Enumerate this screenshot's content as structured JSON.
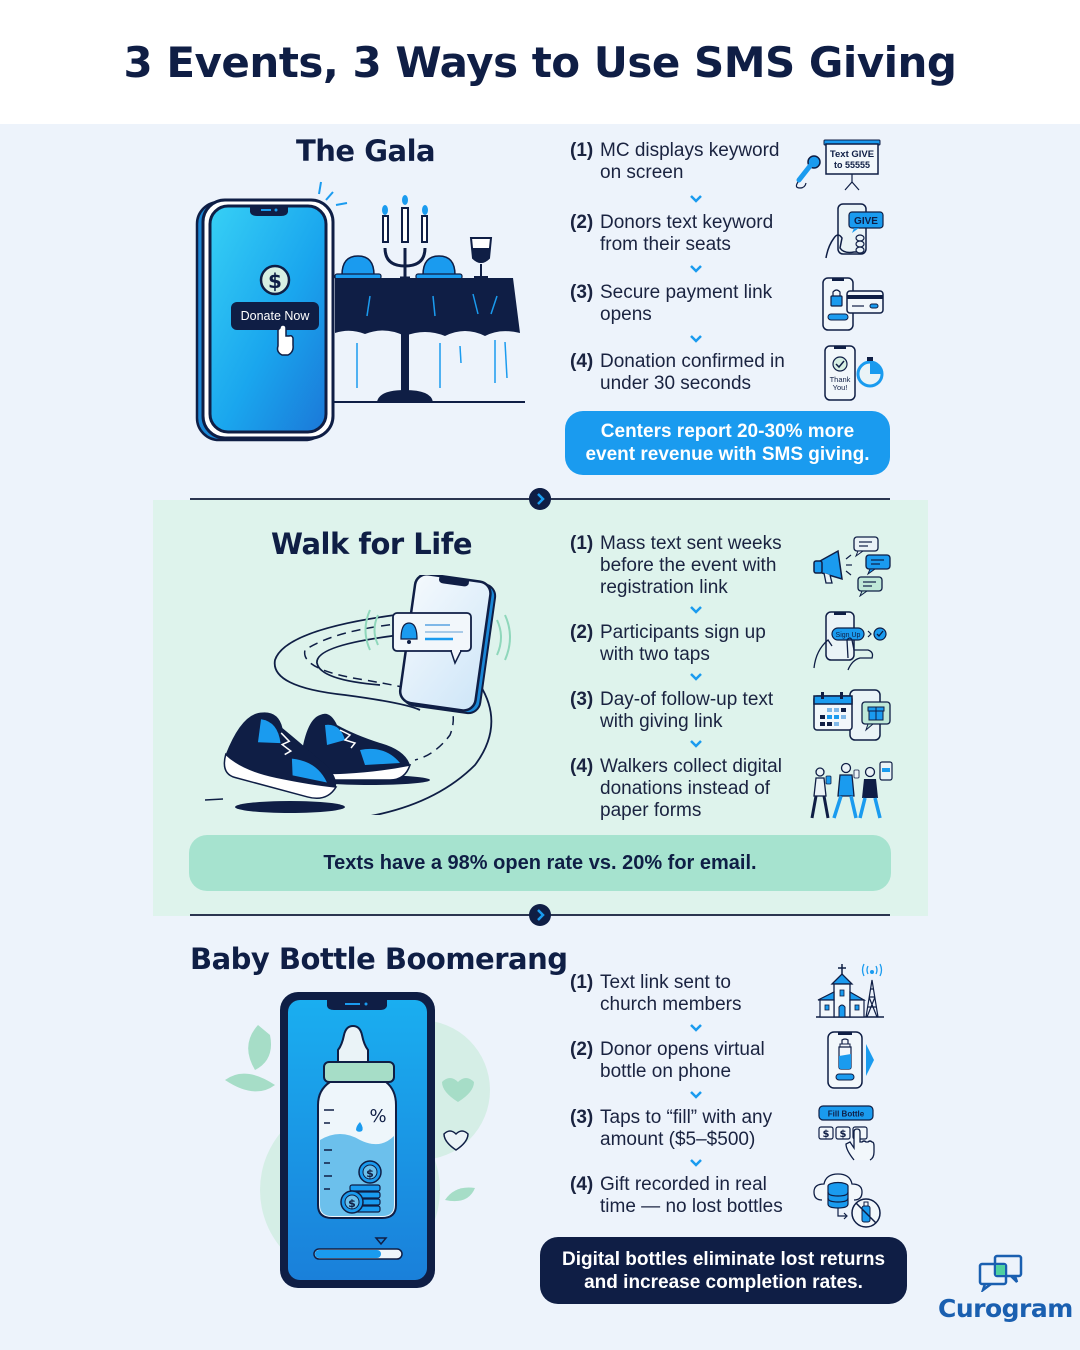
{
  "header": {
    "title": "3 Events, 3 Ways to Use SMS Giving"
  },
  "colors": {
    "navy": "#0f1e45",
    "blue": "#1a9bef",
    "mint": "#a6e3cf",
    "bg": "#edf3fb",
    "green_bg": "#def3ec"
  },
  "sections": [
    {
      "title": "The Gala",
      "illustration": {
        "button_label": "Donate Now",
        "icon": "phone-donate-table-icon"
      },
      "steps": [
        {
          "num": "(1)",
          "text": "MC displays keyword on screen",
          "icon": "microphone-screen-icon",
          "icon_text": [
            "Text GIVE",
            "to 55555"
          ]
        },
        {
          "num": "(2)",
          "text": "Donors text keyword from their seats",
          "icon": "hand-phone-give-icon",
          "icon_text": [
            "GIVE"
          ]
        },
        {
          "num": "(3)",
          "text": "Secure payment link opens",
          "icon": "phone-lock-card-icon"
        },
        {
          "num": "(4)",
          "text": "Donation confirmed in under 30 seconds",
          "icon": "phone-thankyou-stopwatch-icon",
          "icon_text": [
            "Thank",
            "You!"
          ]
        }
      ],
      "callout": [
        "Centers report 20-30% more",
        "event revenue with SMS giving."
      ]
    },
    {
      "title": "Walk for Life",
      "illustration": {
        "icon": "sneakers-phone-notification-icon"
      },
      "steps": [
        {
          "num": "(1)",
          "text": "Mass text sent weeks before the event with registration link",
          "icon": "megaphone-messages-icon"
        },
        {
          "num": "(2)",
          "text": "Participants sign up with two taps",
          "icon": "hand-signup-check-icon",
          "icon_text": [
            "Sign Up"
          ]
        },
        {
          "num": "(3)",
          "text": "Day-of follow-up text with giving link",
          "icon": "calendar-phone-gift-icon"
        },
        {
          "num": "(4)",
          "text": "Walkers collect digital donations instead of paper forms",
          "icon": "walkers-phones-icon"
        }
      ],
      "callout": [
        "Texts have a 98% open rate vs. 20% for email."
      ]
    },
    {
      "title": "Baby Bottle Boomerang",
      "illustration": {
        "icon": "phone-baby-bottle-icon",
        "symbol": "%"
      },
      "steps": [
        {
          "num": "(1)",
          "text": "Text link sent to church members",
          "icon": "church-tower-icon"
        },
        {
          "num": "(2)",
          "text": "Donor opens virtual bottle on phone",
          "icon": "phone-bottle-icon"
        },
        {
          "num": "(3)",
          "text": "Taps to “fill” with any amount ($5–$500)",
          "icon": "fill-bottle-tap-icon",
          "icon_text": [
            "Fill Bottle",
            "$",
            "$"
          ]
        },
        {
          "num": "(4)",
          "text": "Gift recorded in real time — no lost bottles",
          "icon": "cloud-database-no-bottle-icon"
        }
      ],
      "callout": [
        "Digital bottles eliminate lost returns",
        "and increase completion rates."
      ]
    }
  ],
  "brand": {
    "name": "Curogram",
    "icon": "chat-bubbles-logo-icon"
  }
}
